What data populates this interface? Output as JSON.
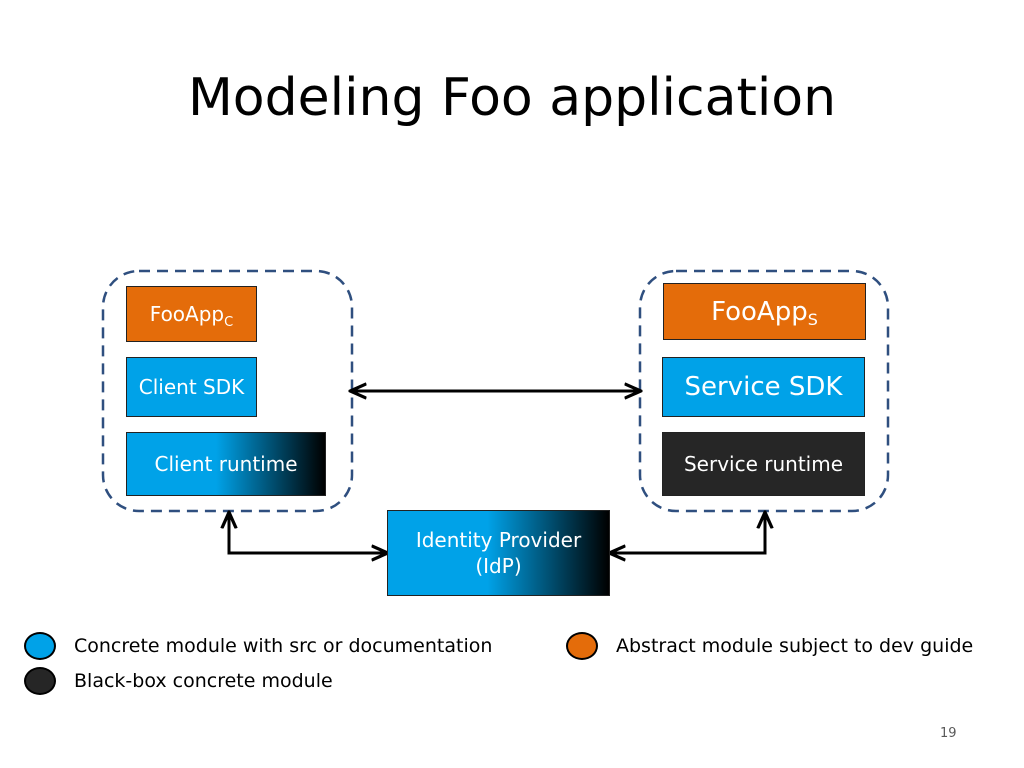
{
  "slide": {
    "title": "Modeling Foo application",
    "page_number": "19"
  },
  "client": {
    "app_main": "FooApp",
    "app_sub": "C",
    "sdk": "Client SDK",
    "runtime": "Client runtime"
  },
  "service": {
    "app_main": "FooApp",
    "app_sub": "S",
    "sdk": "Service SDK",
    "runtime": "Service runtime"
  },
  "idp": {
    "line1": "Identity Provider",
    "line2": "(IdP)"
  },
  "legend": {
    "concrete": "Concrete module with src or documentation",
    "blackbox": "Black-box concrete module",
    "abstract": "Abstract module subject to dev guide"
  },
  "colors": {
    "concrete": "#00a2e8",
    "abstract": "#e46c0a",
    "blackbox": "#262626",
    "container_border": "#2f4f7f"
  }
}
